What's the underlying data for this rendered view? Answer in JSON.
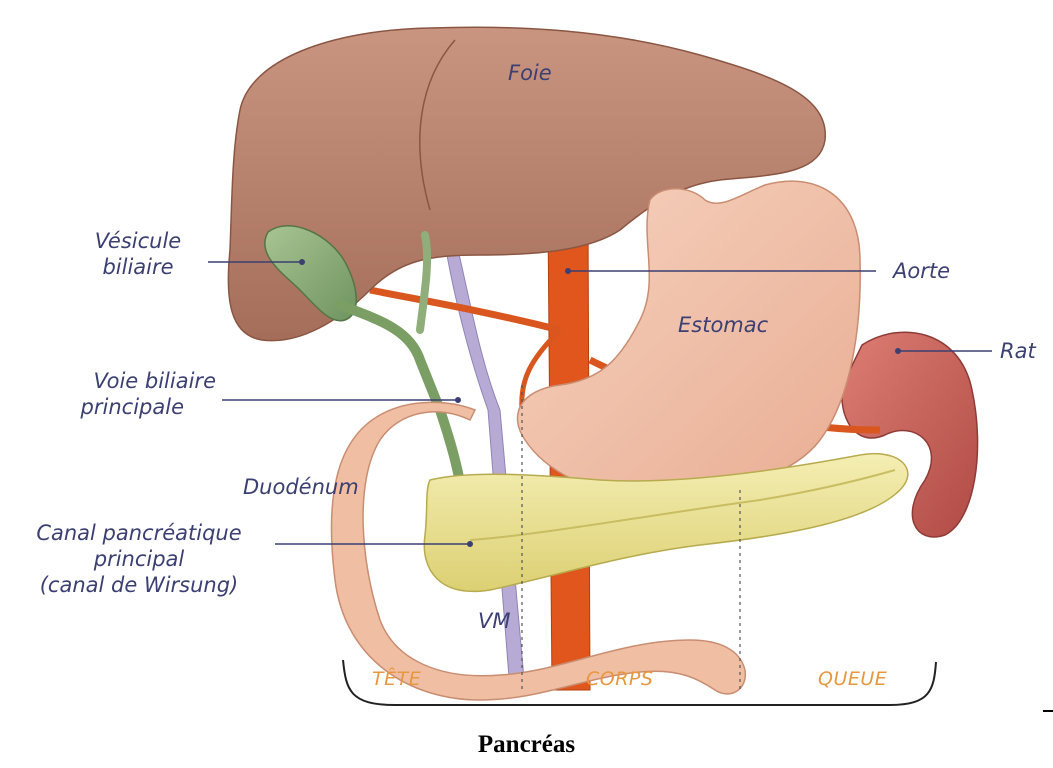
{
  "labels": {
    "liver": "Foie",
    "gallbladder": [
      "Vésicule",
      "biliaire"
    ],
    "aorta": "Aorte",
    "stomach": "Estomac",
    "spleen": "Rat",
    "bile_duct": [
      "Voie biliaire",
      "principale"
    ],
    "duodenum": "Duodénum",
    "pancreatic_duct": [
      "Canal pancréatique",
      "principal",
      "(canal de Wirsung)"
    ],
    "vm": "VM"
  },
  "regions": {
    "head": "TÊTE",
    "body": "CORPS",
    "tail": "QUEUE"
  },
  "caption": "Pancréas",
  "colors": {
    "label_text": "#3b3f72",
    "region_text": "#e8973e",
    "liver": "#b9826c",
    "stomach": "#f2c3ac",
    "pancreas": "#efe69a",
    "aorta": "#e2581f",
    "spleen": "#c9605a",
    "gallbladder": "#8fae7a",
    "vein": "#b3a8d2"
  }
}
